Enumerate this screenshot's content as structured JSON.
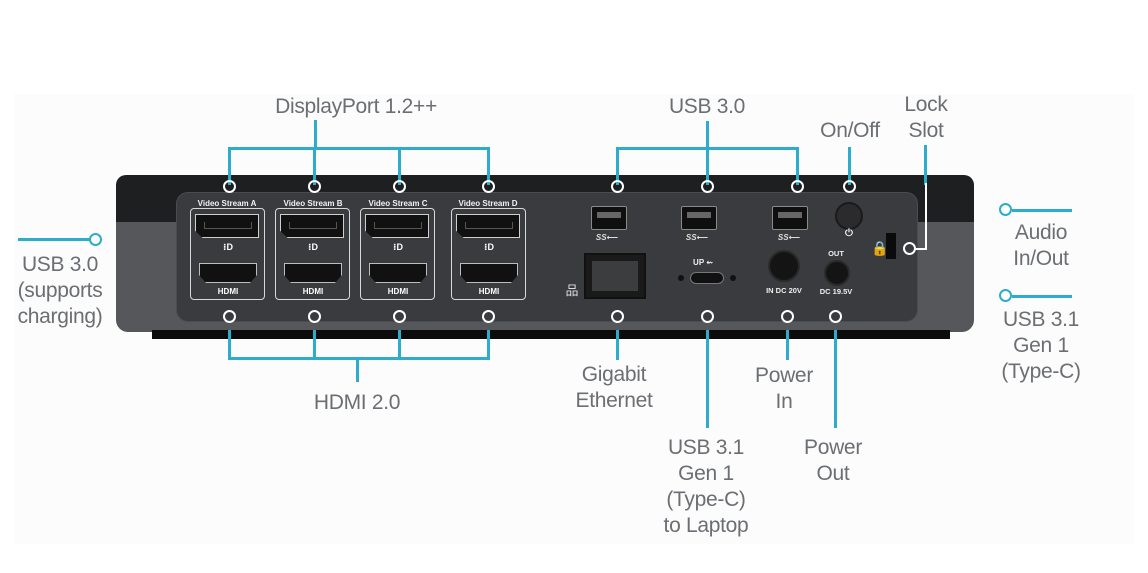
{
  "title": "Docking station rear panel port diagram",
  "accent_color": "#2eaccc",
  "callouts": {
    "displayport": "DisplayPort 1.2++",
    "hdmi": "HDMI 2.0",
    "usb30_top": "USB 3.0",
    "on_off": "On/Off",
    "lock_slot": [
      "Lock",
      "Slot"
    ],
    "usb30_side": [
      "USB 3.0",
      "(supports",
      "charging)"
    ],
    "audio": [
      "Audio",
      "In/Out"
    ],
    "usb31_side": [
      "USB 3.1",
      "Gen 1",
      "(Type-C)"
    ],
    "gigabit": [
      "Gigabit",
      "Ethernet"
    ],
    "usb31_laptop": [
      "USB 3.1",
      "Gen 1",
      "(Type-C)",
      "to Laptop"
    ],
    "power_in": [
      "Power",
      "In"
    ],
    "power_out": [
      "Power",
      "Out"
    ]
  },
  "device": {
    "video_streams": [
      {
        "title": "Video Stream A",
        "dp_mark": "⁝D",
        "hdmi_mark": "HDMI"
      },
      {
        "title": "Video Stream B",
        "dp_mark": "⁝D",
        "hdmi_mark": "HDMI"
      },
      {
        "title": "Video Stream C",
        "dp_mark": "⁝D",
        "hdmi_mark": "HDMI"
      },
      {
        "title": "Video Stream D",
        "dp_mark": "⁝D",
        "hdmi_mark": "HDMI"
      }
    ],
    "usb_mark": "SS⟵",
    "up_mark": "UP ⇜",
    "dc_in": "IN DC 20V",
    "dc_out_top": "OUT",
    "dc_out": "DC 19.5V",
    "power_icon": "⏻",
    "network_icon": "品",
    "lock_icon": "🔒"
  }
}
